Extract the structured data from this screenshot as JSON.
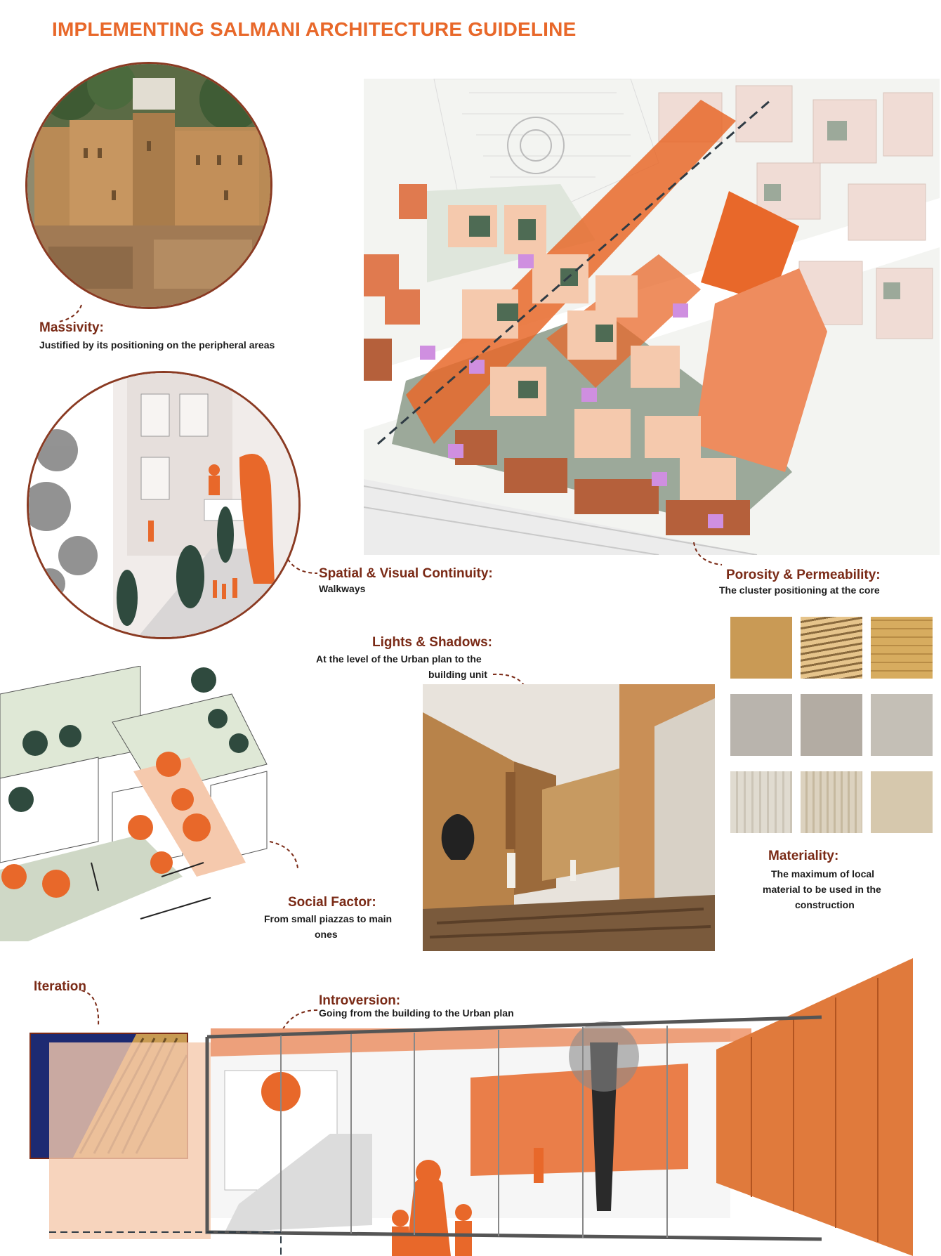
{
  "page": {
    "title": "IMPLEMENTING SALMANI ARCHITECTURE GUIDELINE"
  },
  "colors": {
    "accent": "#e8682a",
    "heading": "#7a2a16",
    "circle_border": "#8a3a22",
    "light_orange": "#f5c9ad",
    "dark_green": "#2f4a3e",
    "site_green": "#9ca99a",
    "violet": "#cf8fe0"
  },
  "labels": {
    "massivity": {
      "heading": "Massivity:",
      "text": "Justified by its positioning on the peripheral areas"
    },
    "spatial": {
      "heading": "Spatial & Visual Continuity:",
      "text": "Walkways"
    },
    "porosity": {
      "heading": "Porosity & Permeability:",
      "text": "The cluster positioning at the core"
    },
    "lights": {
      "heading": "Lights & Shadows:",
      "line1": "At the level of the Urban plan to the",
      "line2": "building unit"
    },
    "materiality": {
      "heading": "Materiality:",
      "line1": "The maximum of local",
      "line2": "material to be used in the",
      "line3": "construction"
    },
    "social": {
      "heading": "Social Factor:",
      "line1": "From small piazzas to main",
      "line2": "ones"
    },
    "iteration": {
      "heading": "Iteration"
    },
    "introversion": {
      "heading": "Introversion:",
      "text": "Going from the building to the Urban plan"
    }
  },
  "materials": [
    {
      "name": "sandstone-blocks",
      "color": "#c99a55"
    },
    {
      "name": "layered-stone",
      "color": "#b8925a"
    },
    {
      "name": "brick-texture",
      "color": "#d7ac5f"
    },
    {
      "name": "grey-stone",
      "color": "#b9b4ad"
    },
    {
      "name": "speckled-stone",
      "color": "#b3aca3"
    },
    {
      "name": "rough-stone",
      "color": "#c4bfb6"
    },
    {
      "name": "travertine-light",
      "color": "#d8d2c6"
    },
    {
      "name": "travertine-beige",
      "color": "#d4c9b5"
    },
    {
      "name": "limestone",
      "color": "#d6c8ad"
    }
  ]
}
